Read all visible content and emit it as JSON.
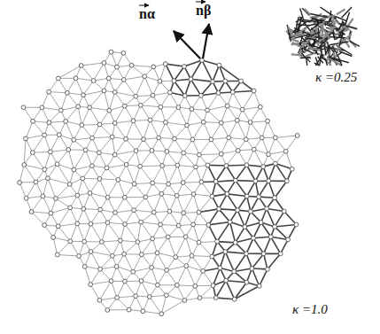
{
  "diagram": {
    "labels": [
      "nα",
      "nβ",
      "κ =0.25",
      "κ =1.0"
    ]
  }
}
